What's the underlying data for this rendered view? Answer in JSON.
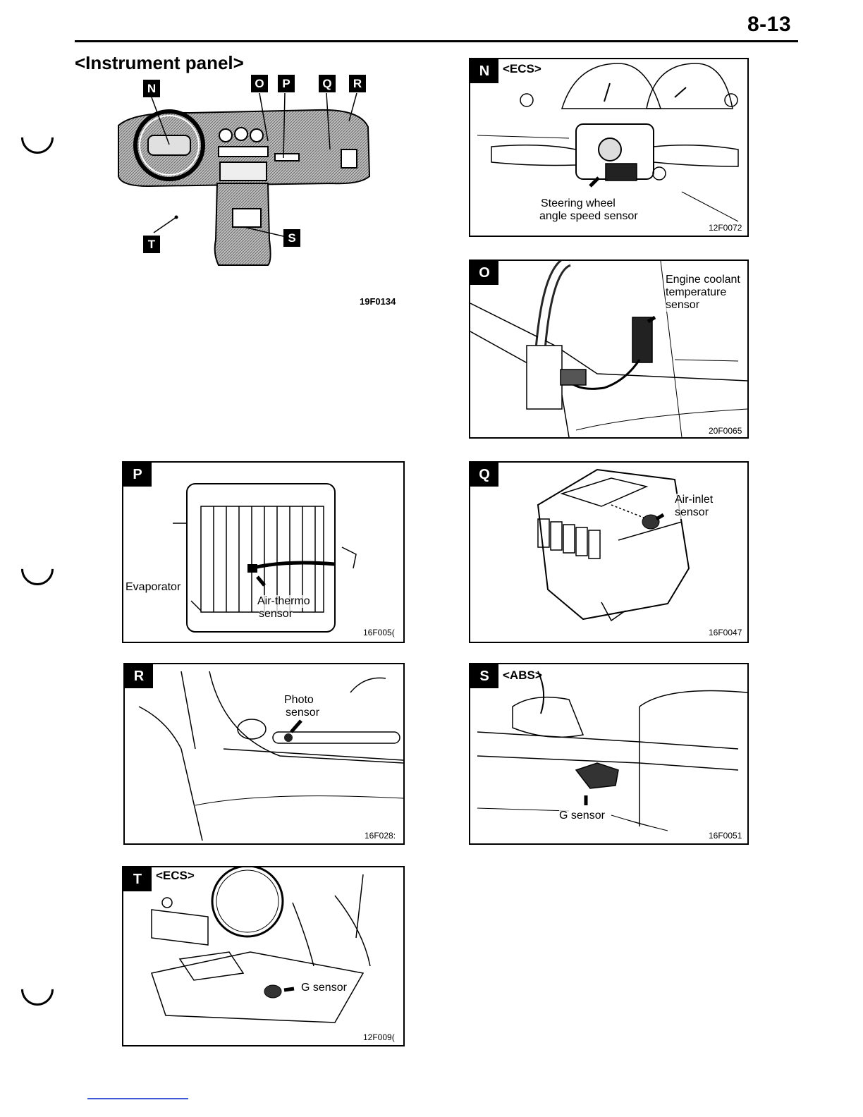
{
  "header": {
    "page_number": "8-13"
  },
  "overview": {
    "title": "<Instrument panel>",
    "tags": [
      "N",
      "O",
      "P",
      "Q",
      "R",
      "S",
      "T"
    ],
    "code": "19F0134"
  },
  "panels": {
    "N": {
      "tag": "N",
      "system": "<ECS>",
      "label_line1": "Steering wheel",
      "label_line2": "angle speed sensor",
      "code": "12F0072"
    },
    "O": {
      "tag": "O",
      "label_line1": "Engine coolant",
      "label_line2": "temperature",
      "label_line3": "sensor",
      "code": "20F0065"
    },
    "P": {
      "tag": "P",
      "label_evaporator": "Evaporator",
      "label_line1": "Air-thermo",
      "label_line2": "sensor",
      "code": "16F005("
    },
    "Q": {
      "tag": "Q",
      "label_line1": "Air-inlet",
      "label_line2": "sensor",
      "code": "16F0047"
    },
    "R": {
      "tag": "R",
      "label_line1": "Photo",
      "label_line2": "sensor",
      "code": "16F028:"
    },
    "S": {
      "tag": "S",
      "system": "<ABS>",
      "label": "G sensor",
      "code": "16F0051"
    },
    "T": {
      "tag": "T",
      "system": "<ECS>",
      "label": "G sensor",
      "code": "12F009("
    }
  }
}
